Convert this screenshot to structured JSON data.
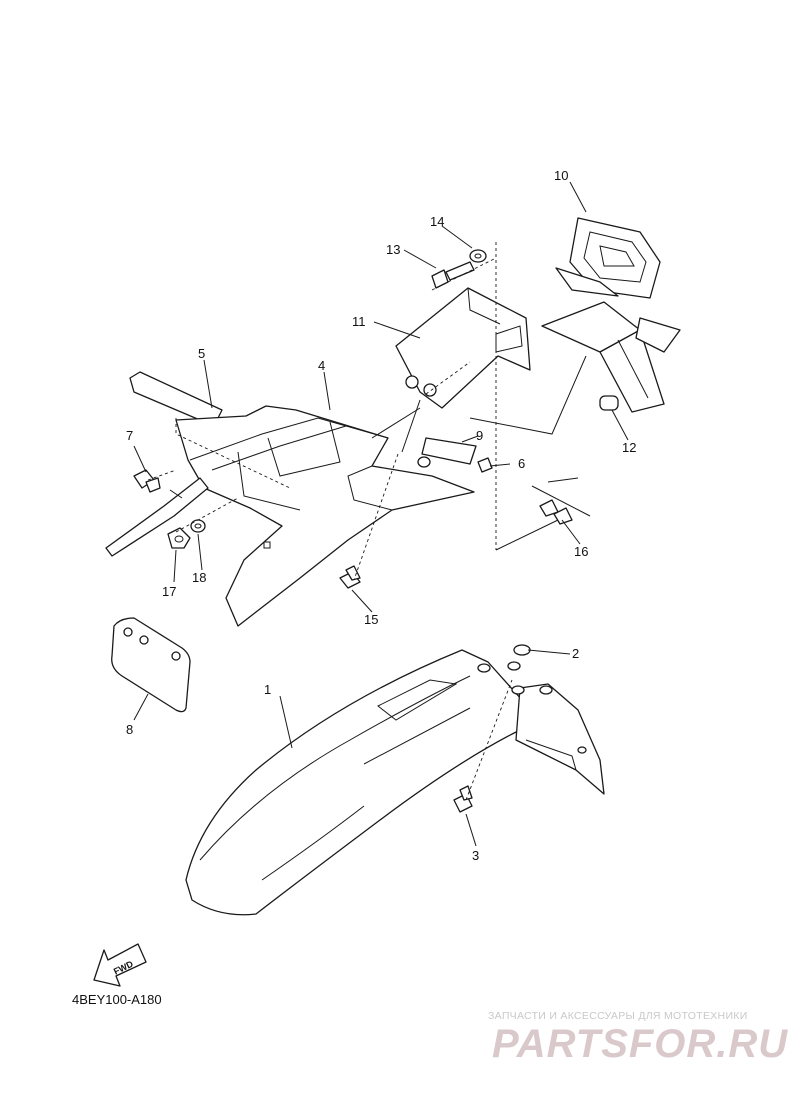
{
  "diagram": {
    "callouts": [
      "1",
      "2",
      "3",
      "4",
      "5",
      "6",
      "7",
      "8",
      "9",
      "10",
      "11",
      "12",
      "13",
      "14",
      "15",
      "16",
      "17",
      "18"
    ],
    "fwd_label": "FWD",
    "drawing_code": "4BEY100-A180"
  },
  "watermark": {
    "tagline": "ЗАПЧАСТИ И АКСЕССУАРЫ ДЛЯ МОТОТЕХНИКИ",
    "logo": "PARTSFOR.RU"
  }
}
